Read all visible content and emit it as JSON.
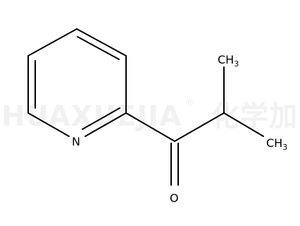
{
  "diagram": {
    "type": "chemical-structure",
    "watermark": {
      "text": "HUAXUEJIA",
      "registered": "®",
      "cn": "化学加"
    },
    "atoms": {
      "nitrogen": "N",
      "oxygen": "O",
      "methyl_top": {
        "c": "CH",
        "sub": "3"
      },
      "methyl_right": {
        "c": "CH",
        "sub": "3"
      }
    }
  }
}
